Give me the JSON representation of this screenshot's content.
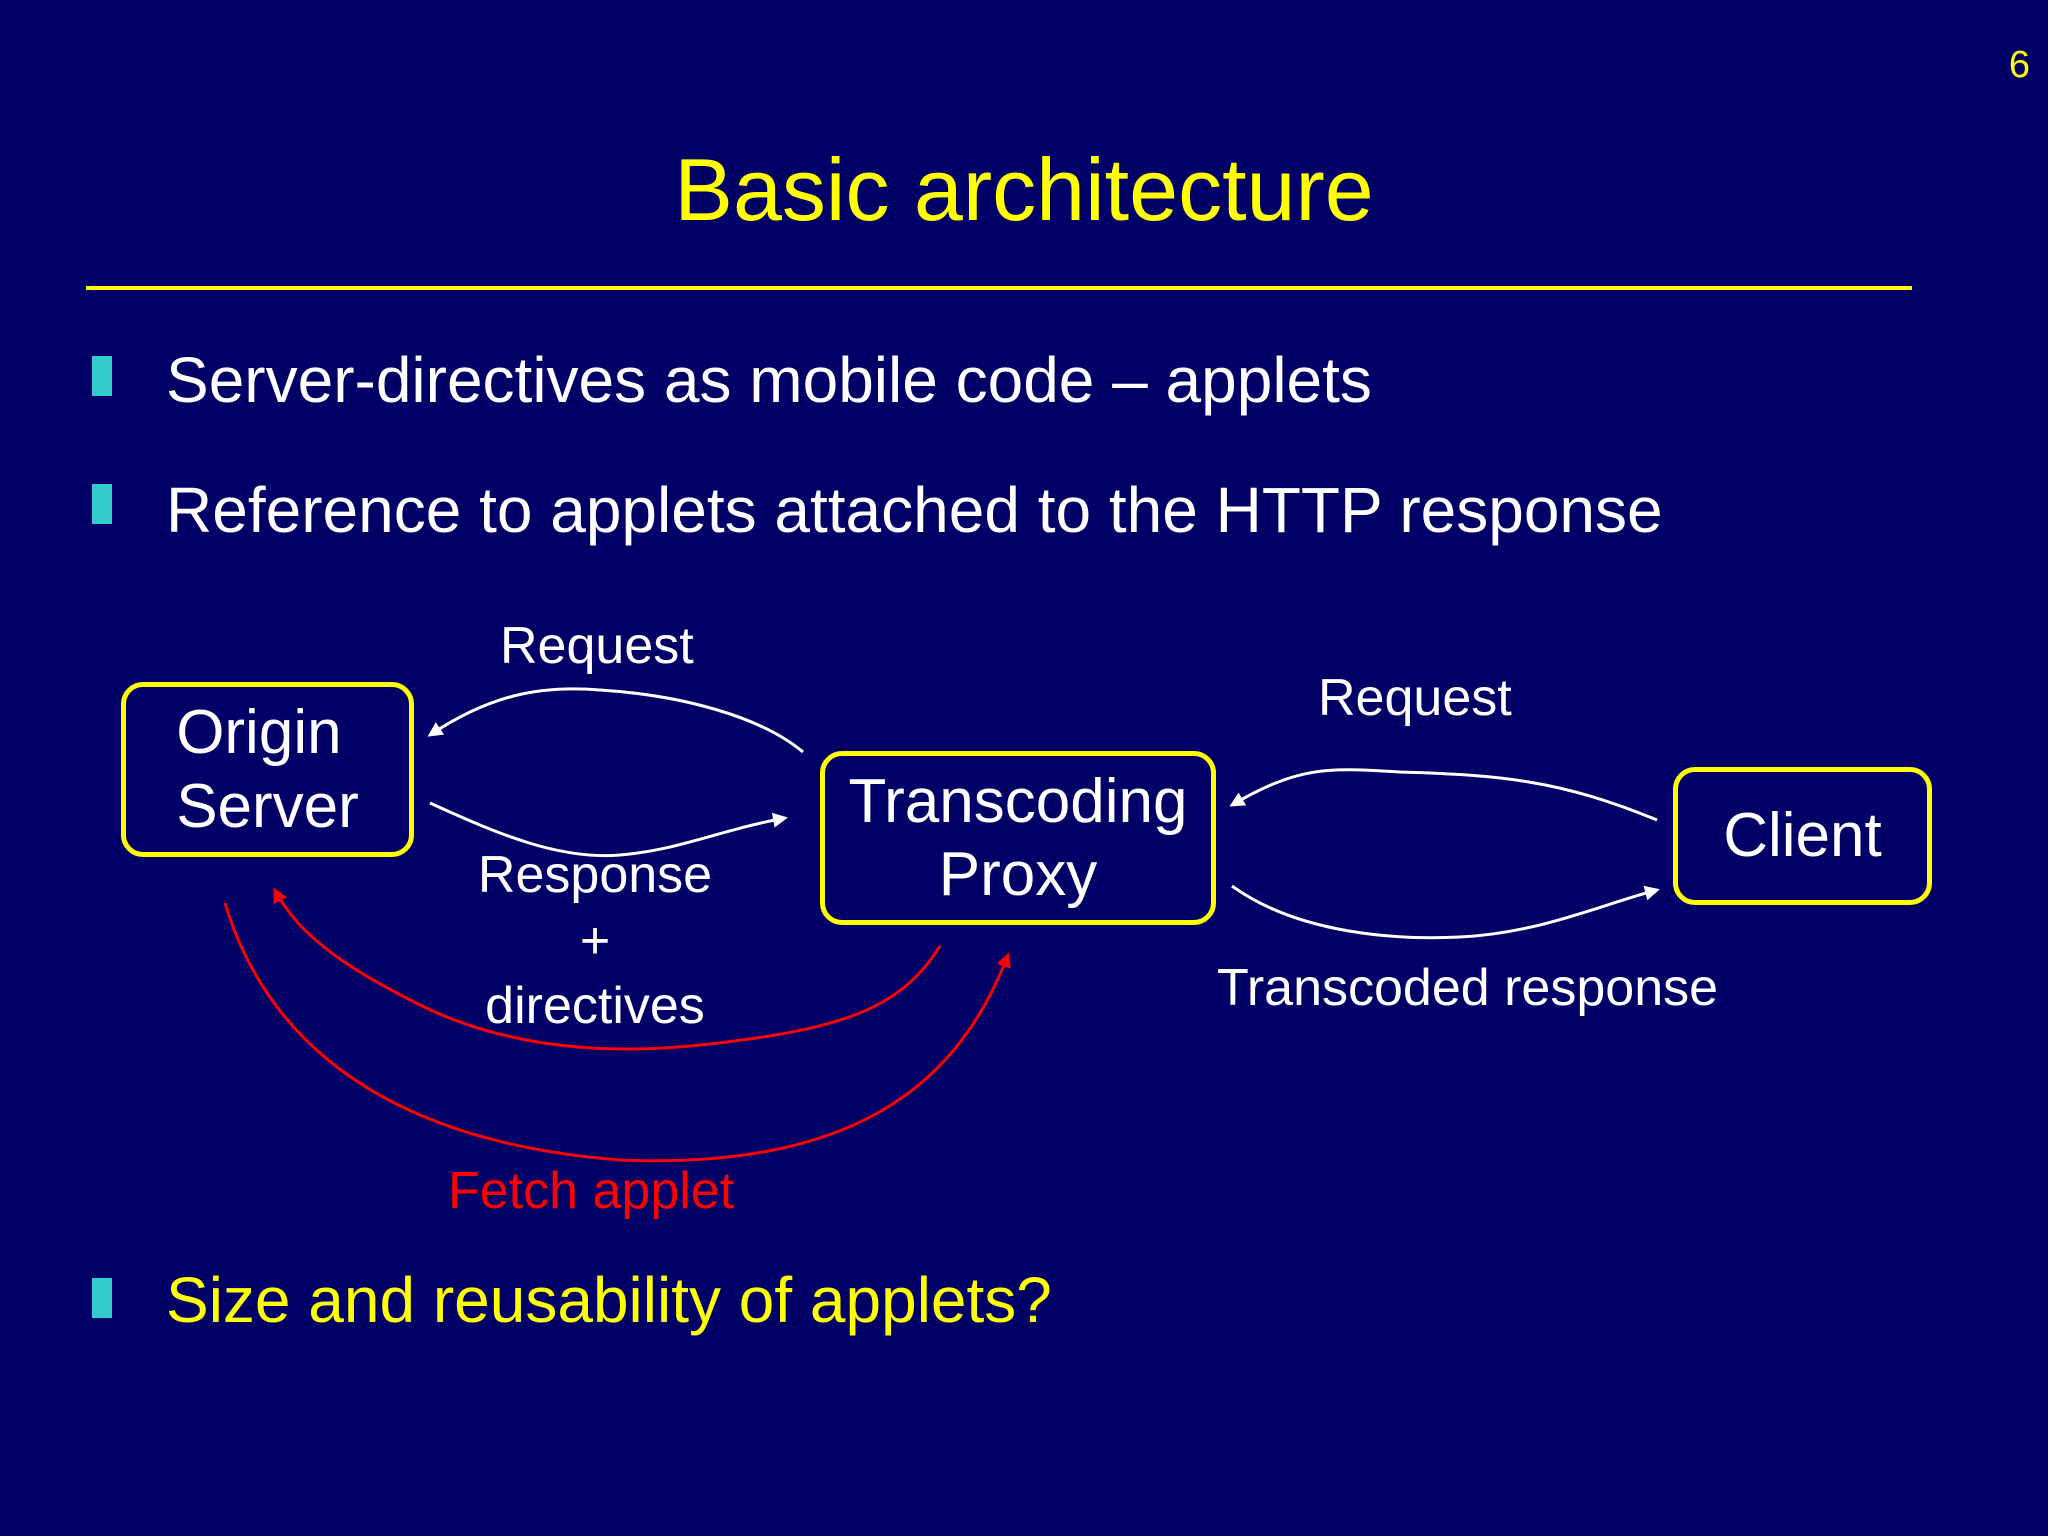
{
  "slide": {
    "page_number": "6",
    "title": "Basic architecture",
    "bullets": [
      "Server-directives as mobile code – applets",
      "Reference to applets attached to the HTTP response",
      "Size and reusability of applets?"
    ]
  },
  "diagram": {
    "nodes": {
      "origin": "Origin\nServer",
      "proxy": "Transcoding\nProxy",
      "client": "Client"
    },
    "labels": {
      "request_proxy_to_origin": "Request",
      "response_origin_to_proxy": "Response\n+\ndirectives",
      "request_client_to_proxy": "Request",
      "transcoded_response": "Transcoded response",
      "fetch_applet": "Fetch applet"
    }
  },
  "colors": {
    "background": "#000066",
    "title": "#ffff00",
    "body_text": "#ffffff",
    "highlight_text": "#ffff00",
    "bullet_marker": "#33cccc",
    "node_border": "#ffff00",
    "fetch_arrow": "#ff0000"
  }
}
